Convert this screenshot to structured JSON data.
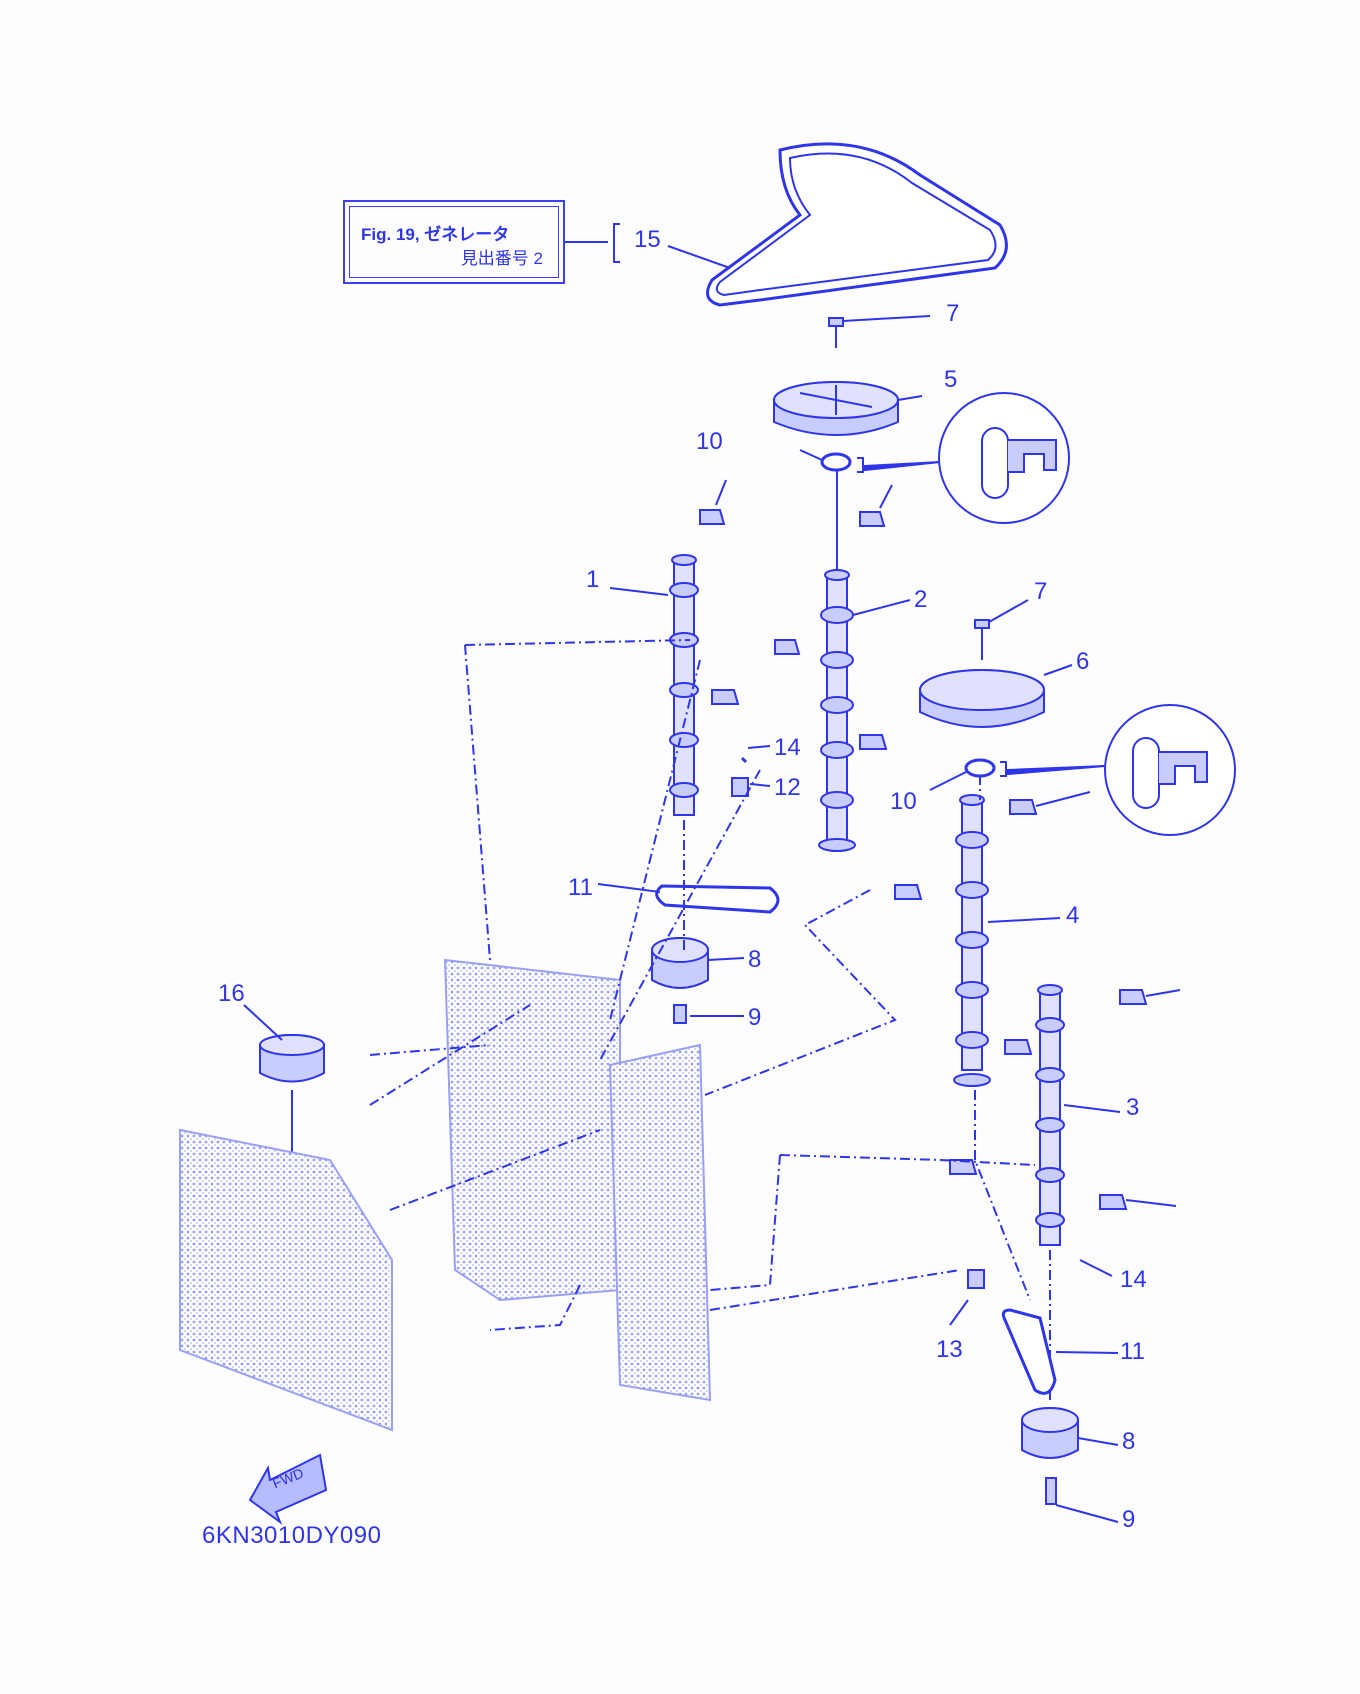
{
  "reference_box": {
    "line1": "Fig. 19, ゼネレータ",
    "line2": "見出番号 2"
  },
  "callouts": [
    "15",
    "7",
    "5",
    "10",
    "1",
    "2",
    "7",
    "6",
    "10",
    "14",
    "12",
    "11",
    "4",
    "8",
    "9",
    "16",
    "3",
    "14",
    "13",
    "11",
    "8",
    "9"
  ],
  "fwd_label": "FWD",
  "diagram_code": "6KN3010DY090",
  "colors": {
    "ink": "#2f35e8",
    "fill": "#c9ccff"
  }
}
